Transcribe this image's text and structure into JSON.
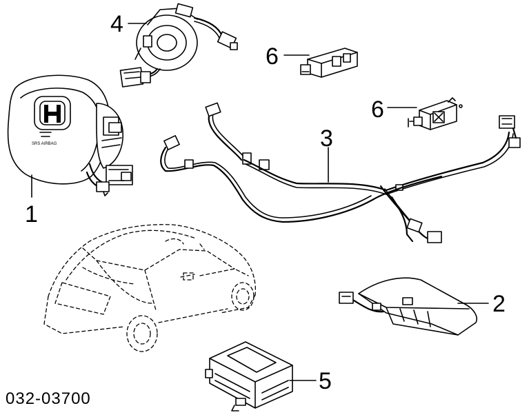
{
  "diagram": {
    "callouts": {
      "p1": "1",
      "p2": "2",
      "p3": "3",
      "p4": "4",
      "p5": "5",
      "p6a": "6",
      "p6b": "6"
    },
    "part_code": "032-03700",
    "airbag_emblem_text": "SRS AIRBAG"
  }
}
